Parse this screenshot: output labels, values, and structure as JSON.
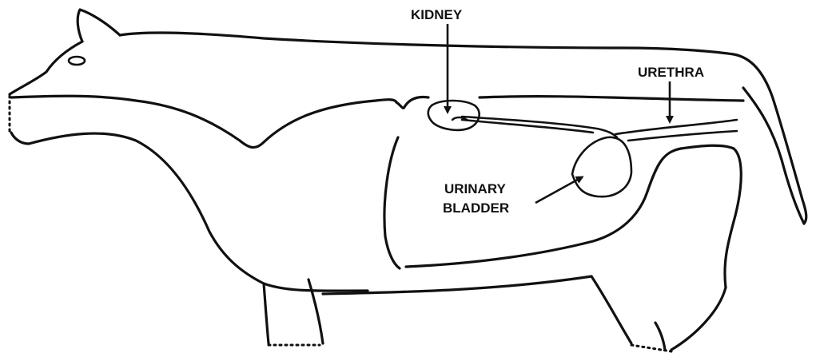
{
  "labels": {
    "kidney": "KIDNEY",
    "urethra": "URETHRA",
    "urinary_bladder_line1": "URINARY",
    "urinary_bladder_line2": "BLADDER"
  },
  "colors": {
    "line": "#111111",
    "background": "#ffffff"
  }
}
